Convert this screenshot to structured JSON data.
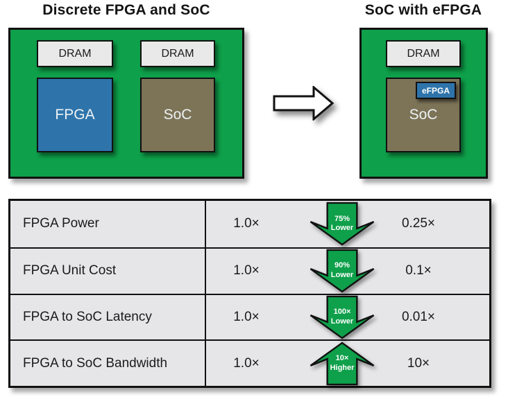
{
  "colors": {
    "board-green": "#0ea04a",
    "chip-blue": "#2e74ab",
    "chip-olive": "#7d7458",
    "dram-gray": "#e9e9e9",
    "table-gray": "#e6e6e8",
    "chip-text": "#eef2f4"
  },
  "diagram": {
    "left": {
      "title": "Discrete FPGA and SoC",
      "dram_left": "DRAM",
      "dram_right": "DRAM",
      "fpga": "FPGA",
      "soc": "SoC"
    },
    "right": {
      "title": "SoC with eFPGA",
      "dram": "DRAM",
      "soc": "SoC",
      "efpga": "eFPGA"
    }
  },
  "table": {
    "rows": [
      {
        "label": "FPGA Power",
        "baseline": "1.0×",
        "change_value": "75%",
        "change_word": "Lower",
        "direction": "down",
        "result": "0.25×"
      },
      {
        "label": "FPGA Unit Cost",
        "baseline": "1.0×",
        "change_value": "90%",
        "change_word": "Lower",
        "direction": "down",
        "result": "0.1×"
      },
      {
        "label": "FPGA to SoC Latency",
        "baseline": "1.0×",
        "change_value": "100×",
        "change_word": "Lower",
        "direction": "down",
        "result": "0.01×"
      },
      {
        "label": "FPGA to SoC Bandwidth",
        "baseline": "1.0×",
        "change_value": "10×",
        "change_word": "Higher",
        "direction": "up",
        "result": "10×"
      }
    ]
  }
}
